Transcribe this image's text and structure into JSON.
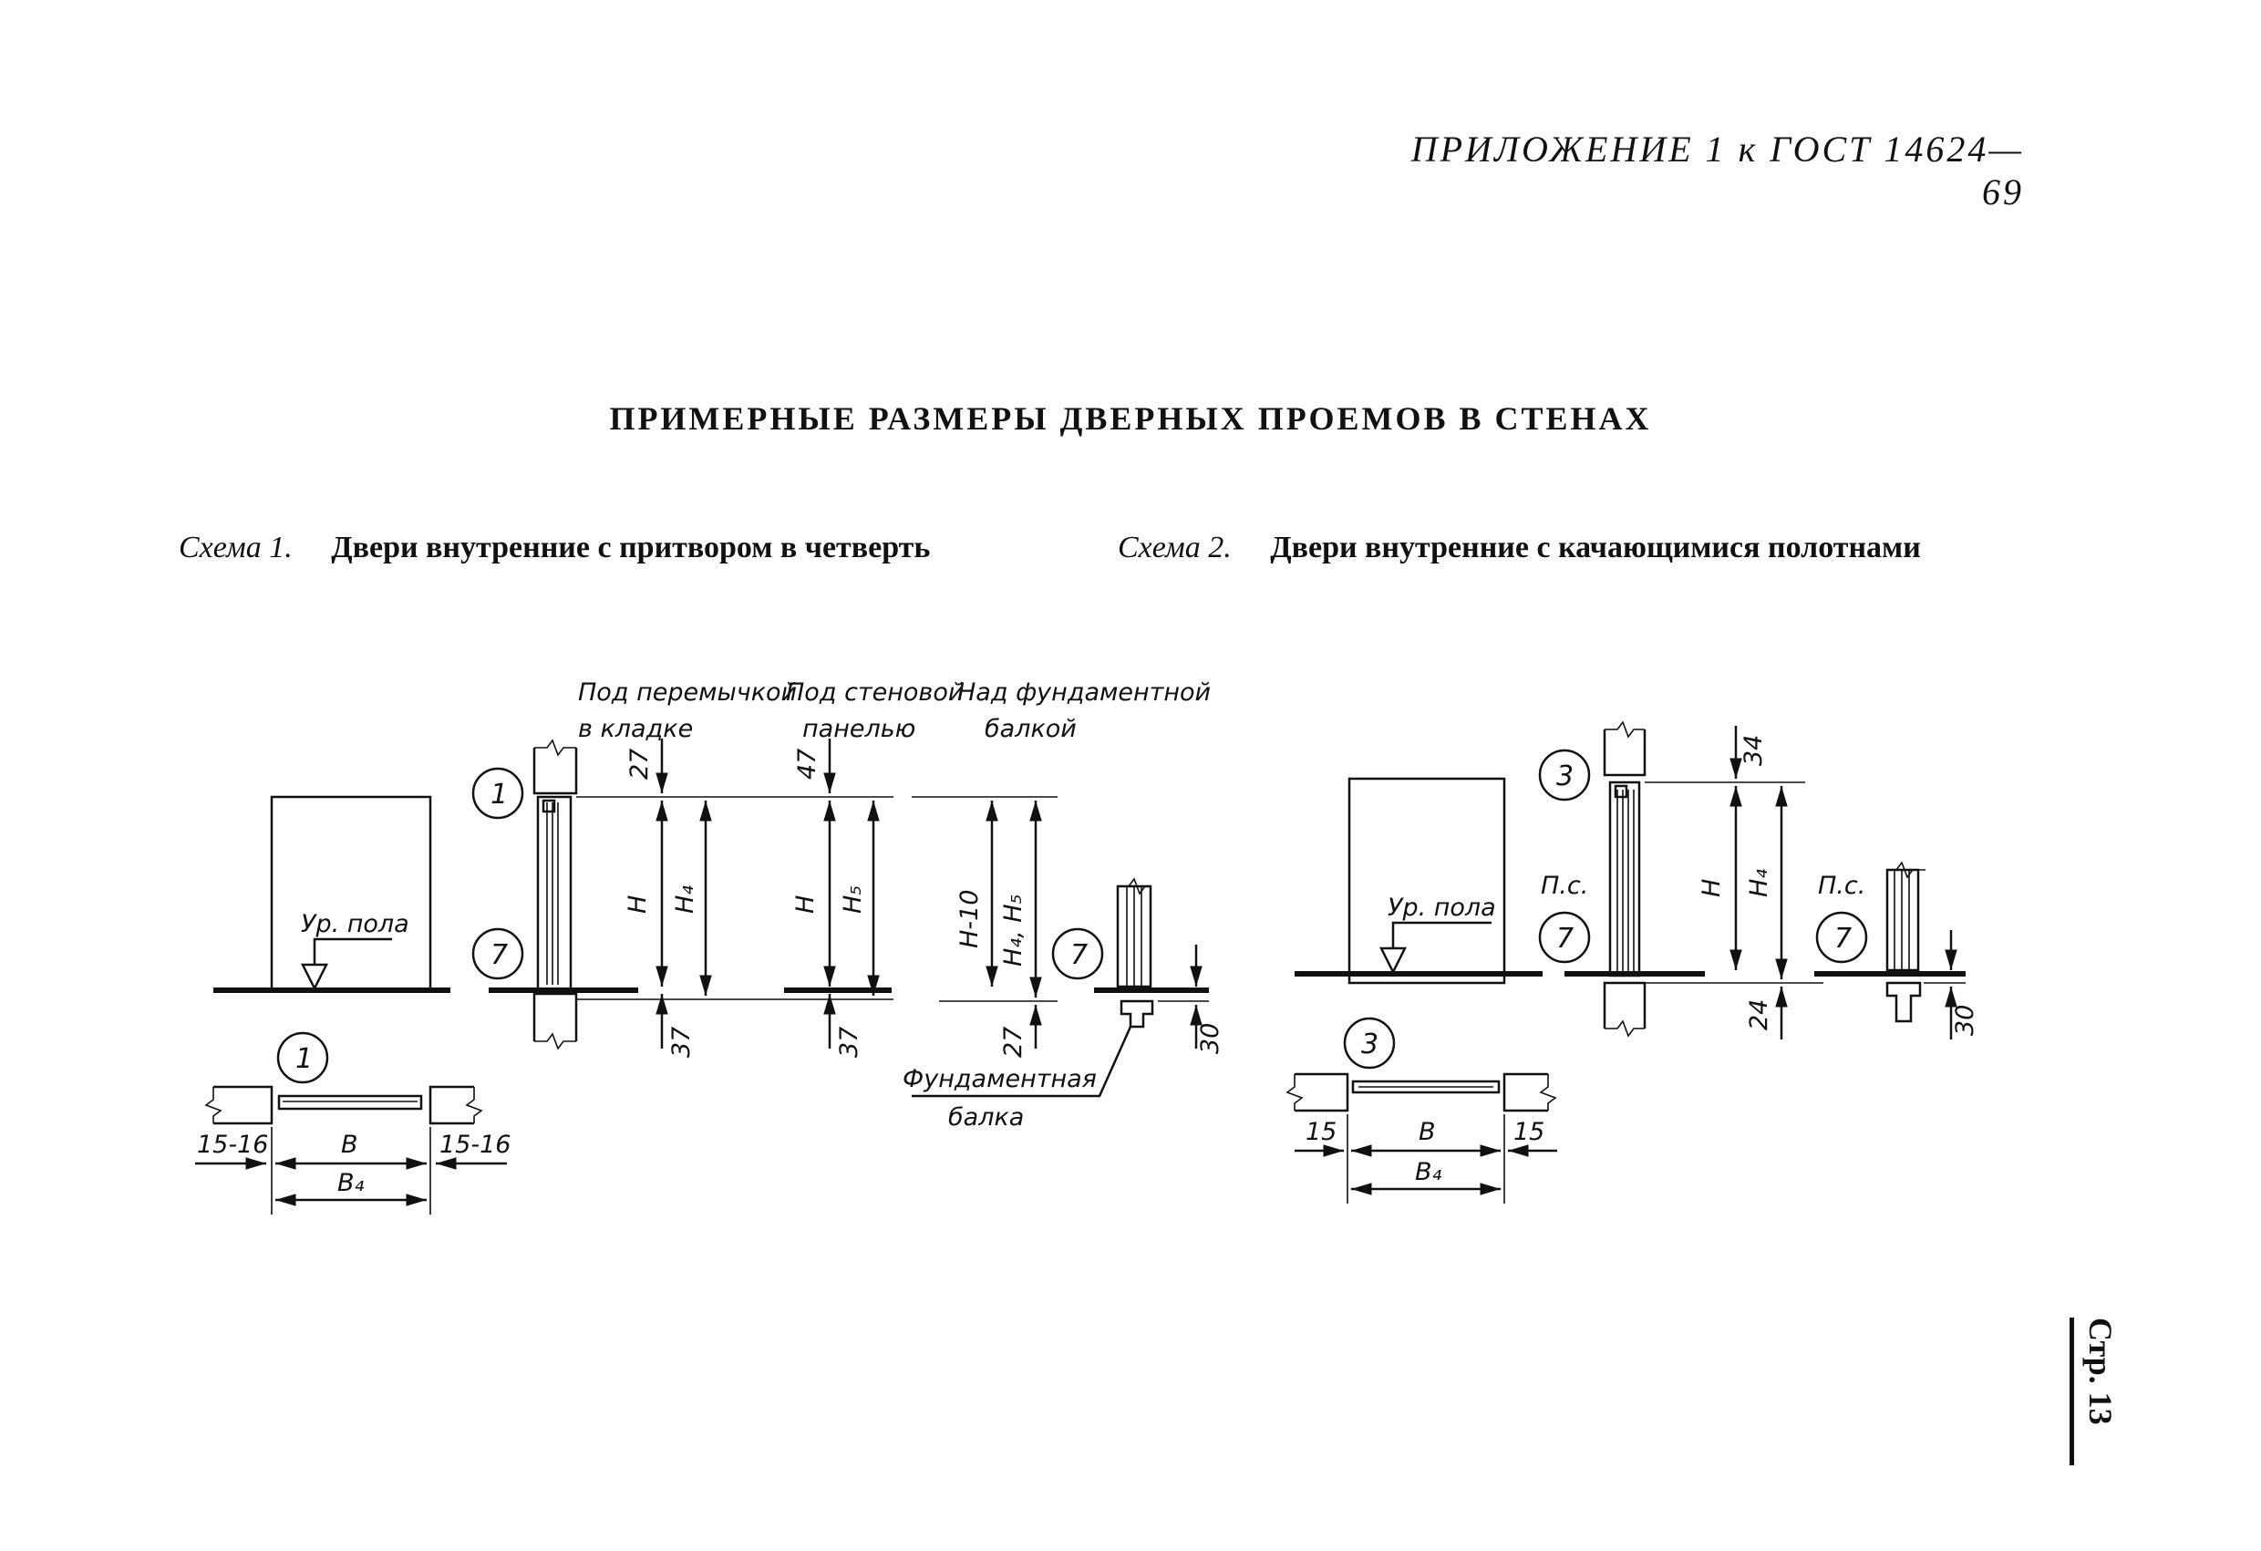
{
  "header": {
    "appendix": "ПРИЛОЖЕНИЕ 1 к ГОСТ 14624—69",
    "title": "ПРИМЕРНЫЕ РАЗМЕРЫ ДВЕРНЫХ ПРОЕМОВ В СТЕНАХ"
  },
  "scheme1": {
    "label": "Схема 1.",
    "text": "Двери внутренние с притвором в четверть",
    "col_lintel_1": "Под перемычкой",
    "col_lintel_2": "в кладке",
    "col_panel_1": "Под стеновой",
    "col_panel_2": "панелью",
    "col_beam_1": "Над фундаментной",
    "col_beam_2": "балкой",
    "floor_level": "Ур. пола",
    "beam_label_1": "Фундаментная",
    "beam_label_2": "балка",
    "mark_top": "1",
    "mark_bottom": "7",
    "mark_beam": "7",
    "mark_plan": "1",
    "dim_27a": "27",
    "dim_47": "47",
    "dim_H": "H",
    "dim_H4": "H₄",
    "dim_H_b": "H",
    "dim_H5": "H₅",
    "dim_H10": "H-10",
    "dim_H4H5": "H₄, H₅",
    "dim_37a": "37",
    "dim_37b": "37",
    "dim_27b": "27",
    "dim_30": "30",
    "plan_left": "15-16",
    "plan_B": "B",
    "plan_right": "15-16",
    "plan_B4": "B₄"
  },
  "scheme2": {
    "label": "Схема 2.",
    "text": "Двери внутренние с качающимися полотнами",
    "floor_level": "Ур. пола",
    "ps_left": "П.с.",
    "ps_right": "П.с.",
    "mark_top": "3",
    "mark_bottom": "7",
    "mark_beam": "7",
    "mark_plan": "3",
    "dim_34": "34",
    "dim_H": "H",
    "dim_H4": "H₄",
    "dim_24": "24",
    "dim_30": "30",
    "plan_left": "15",
    "plan_B": "B",
    "plan_right": "15",
    "plan_B4": "B₄"
  },
  "footer": {
    "page": "Стр. 13"
  }
}
